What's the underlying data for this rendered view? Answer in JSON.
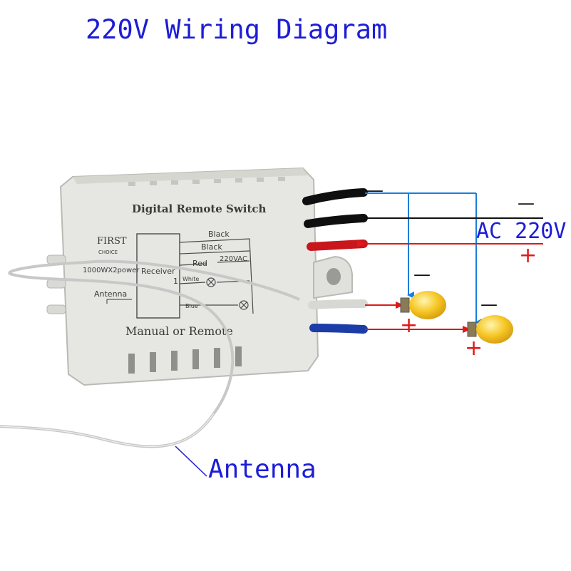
{
  "title": "220V Wiring Diagram",
  "captions": {
    "ac": "AC 220V",
    "antenna": "Antenna"
  },
  "polarity": {
    "minus": "—",
    "plus": "+"
  },
  "device": {
    "name": "Digital Remote Switch",
    "brand_top": "FIRST",
    "brand_bottom": "CHOICE",
    "power": "1000WX2power",
    "antenna": "Antenna",
    "receiver": "Receiver",
    "receiver_num": "1",
    "mode": "Manual or Remote",
    "schematic": {
      "black1": "Black",
      "black2": "Black",
      "red": "Red",
      "vac": "220VAC",
      "white": "White",
      "blue": "Blue"
    }
  },
  "colors": {
    "title": "#1d1dd6",
    "minus_line": "#1a7fd8",
    "plus_line": "#e01818",
    "neutral_line": "#111111",
    "bulb": "#f6c624",
    "case": "#e6e7e2"
  },
  "wires": [
    "black",
    "black",
    "red",
    "white",
    "blue"
  ]
}
